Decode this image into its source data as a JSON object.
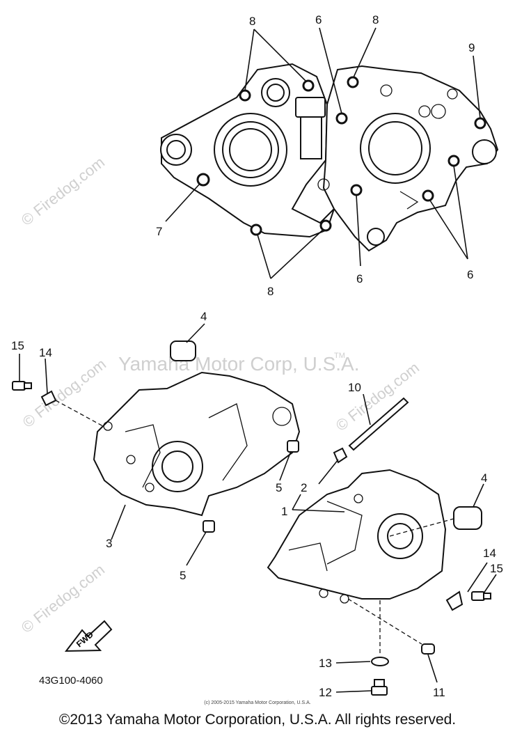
{
  "watermarks": {
    "site": "© Firedog.com",
    "maker": "Yamaha Motor Corp, U.S.A.",
    "tm": "TM"
  },
  "callouts": {
    "c1": "1",
    "c2": "2",
    "c3": "3",
    "c4a": "4",
    "c4b": "4",
    "c5a": "5",
    "c5b": "5",
    "c6a": "6",
    "c6b": "6",
    "c6c": "6",
    "c7": "7",
    "c8a": "8",
    "c8b": "8",
    "c8c": "8",
    "c9": "9",
    "c10": "10",
    "c11": "11",
    "c12": "12",
    "c13": "13",
    "c14a": "14",
    "c14b": "14",
    "c15a": "15",
    "c15b": "15"
  },
  "fwd_label": "FWD",
  "part_code": "43G100-4060",
  "small_copyright": "(c) 2005-2015 Yamaha Motor Corporation, U.S.A.",
  "copyright": "©2013 Yamaha Motor Corporation, U.S.A. All rights reserved."
}
